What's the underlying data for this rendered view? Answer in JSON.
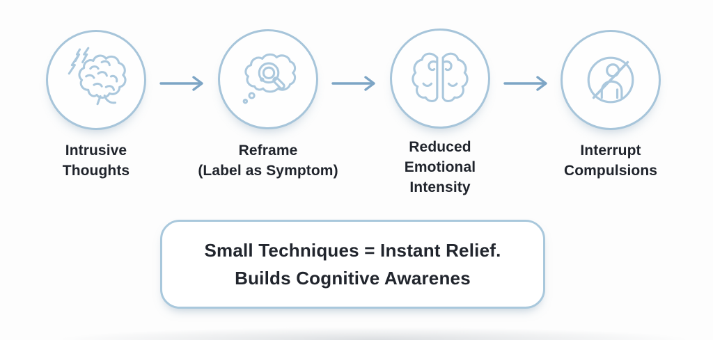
{
  "diagram": {
    "steps": [
      {
        "icon": "brain-lightning-icon",
        "lines": [
          "Intrusive",
          "Thoughts"
        ]
      },
      {
        "icon": "thought-bubble-magnifier-icon",
        "lines": [
          "Reframe",
          "(Label as Symptom)"
        ]
      },
      {
        "icon": "split-brain-icon",
        "lines": [
          "Reduced",
          "Emotional",
          "Intensity"
        ]
      },
      {
        "icon": "no-person-icon",
        "lines": [
          "Interrupt",
          "Compulsions"
        ]
      }
    ],
    "summary": {
      "lines": [
        "Small Techniques = Instant Relief.",
        "Builds Cognitive Awarenes"
      ]
    },
    "colors": {
      "circle_border": "#a7c5da",
      "icon_stroke": "#abc8dd",
      "arrow": "#7da5c5",
      "text": "#20242c",
      "background": "#fdfdfd"
    }
  }
}
